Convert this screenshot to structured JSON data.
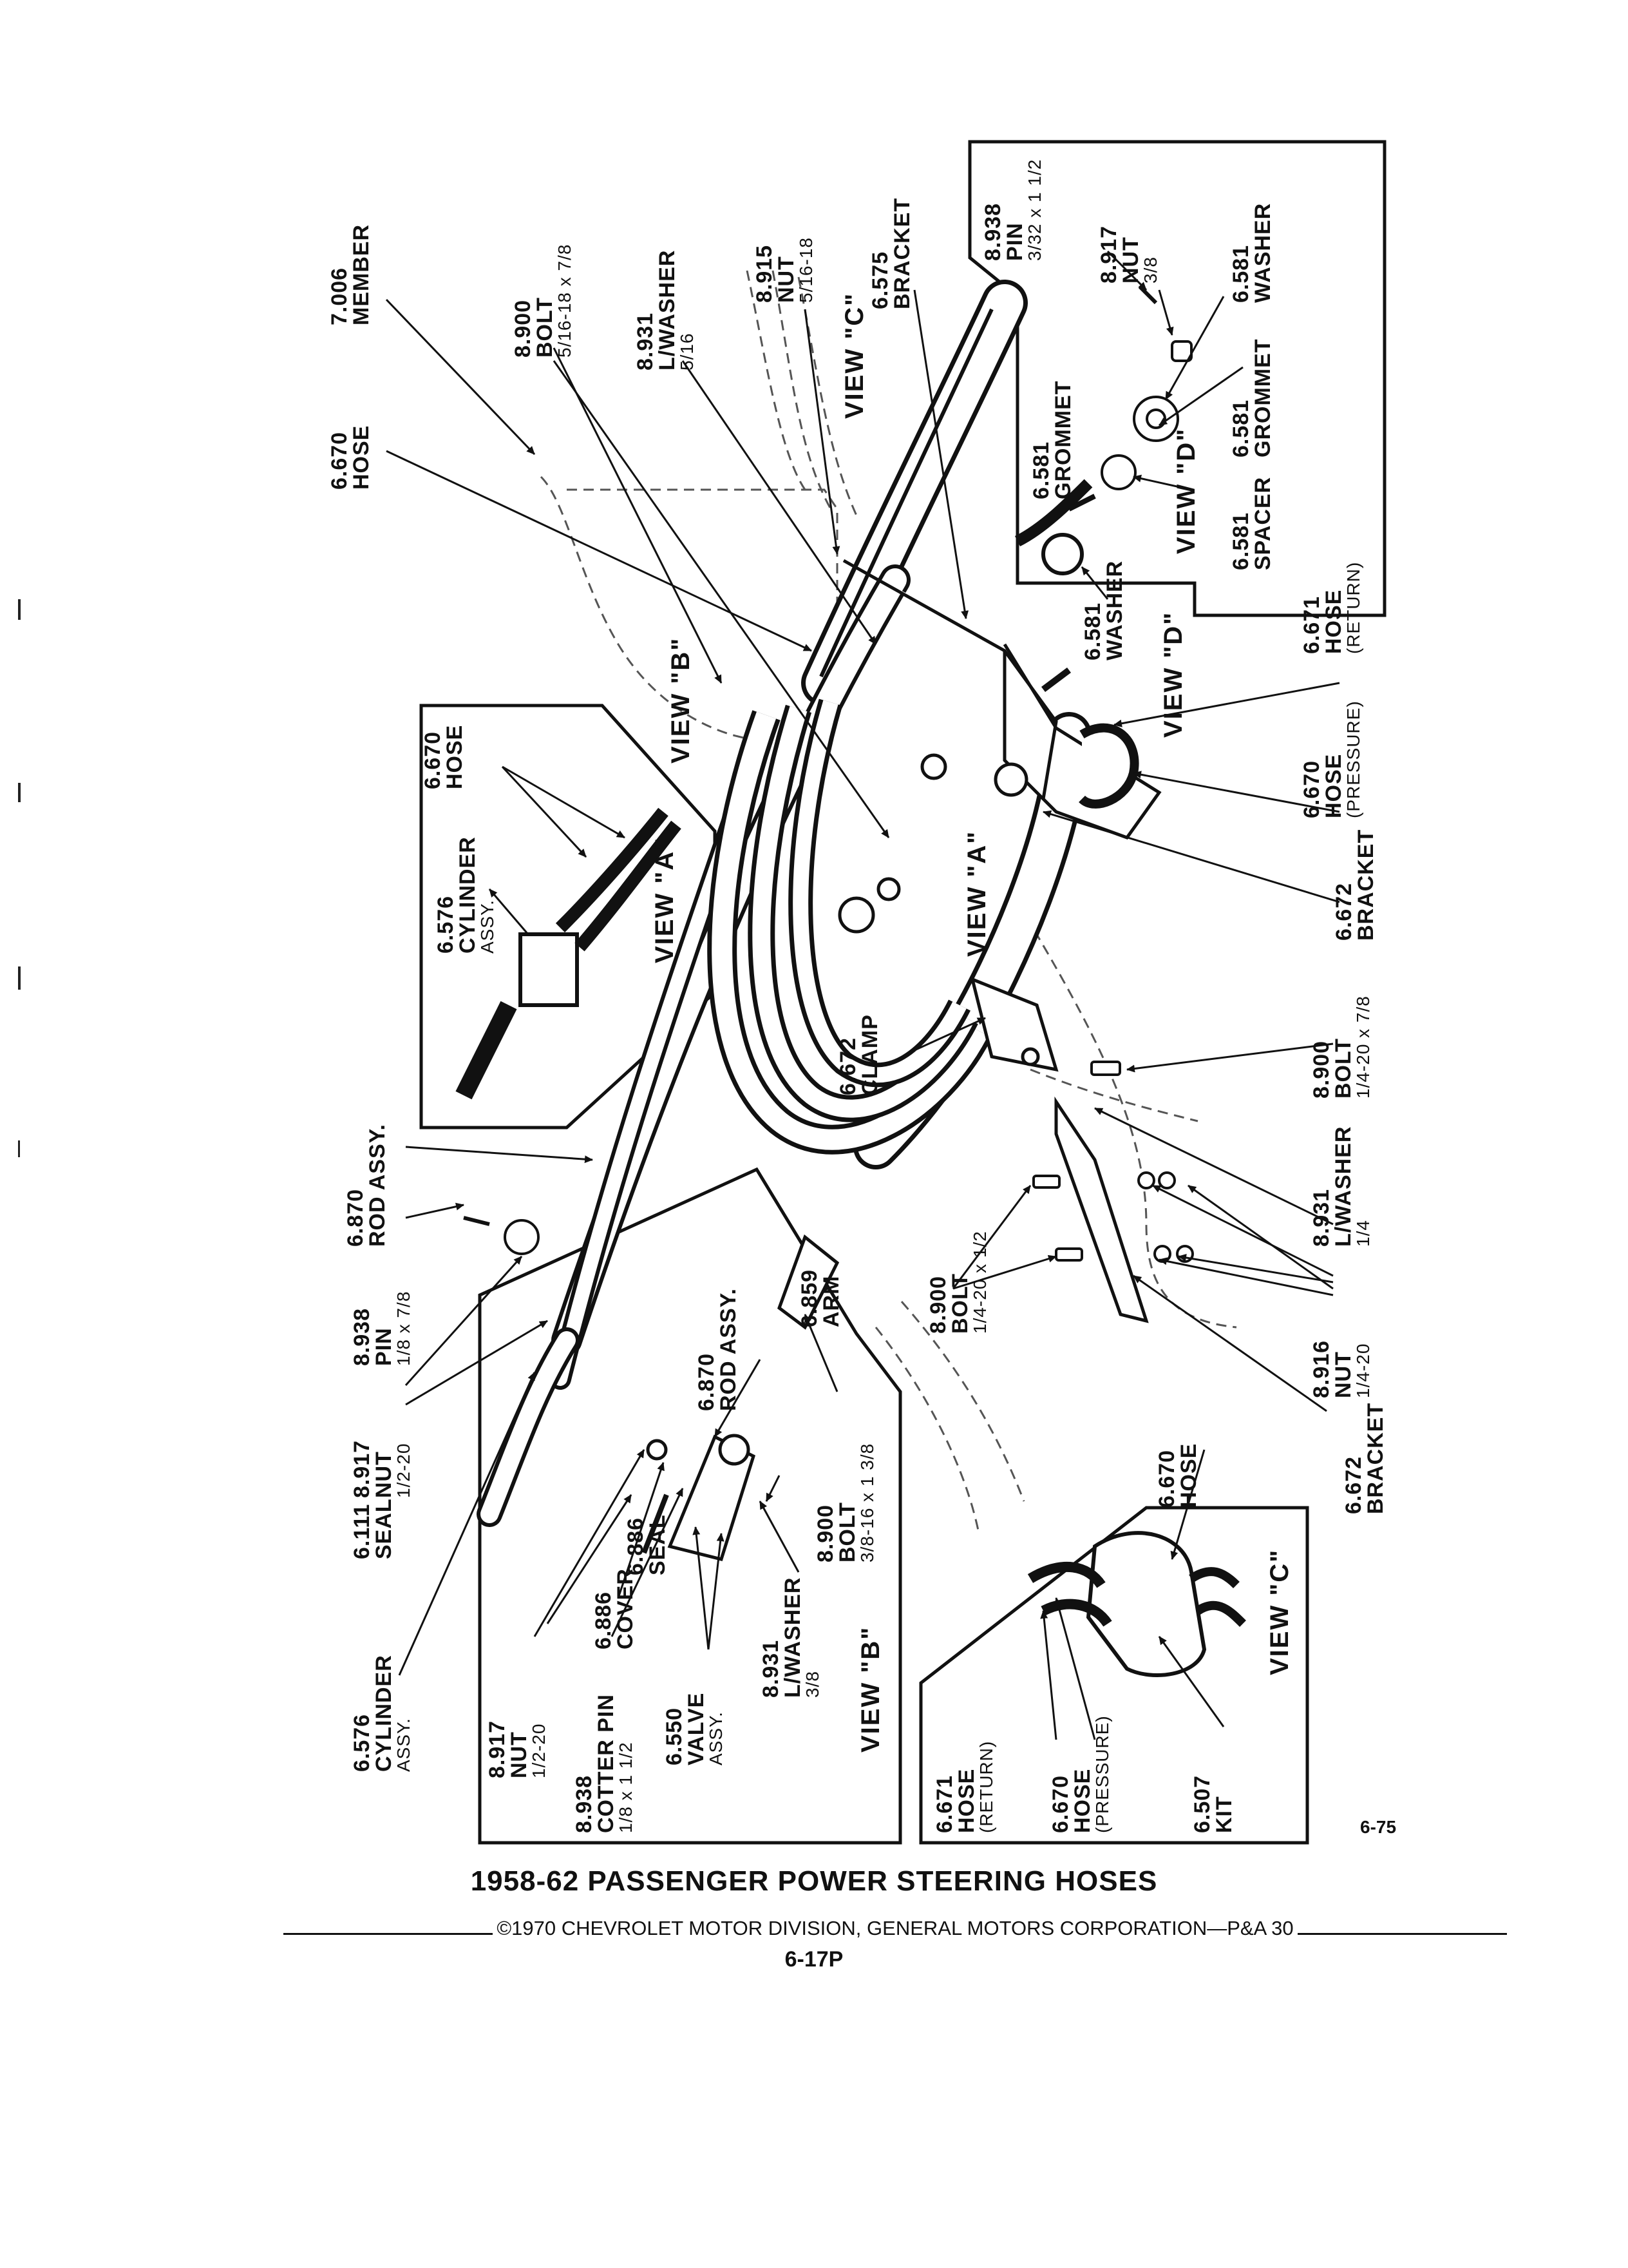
{
  "title": "1958-62 PASSENGER POWER STEERING HOSES",
  "copyright": "©1970 CHEVROLET MOTOR DIVISION, GENERAL MOTORS CORPORATION—P&A 30",
  "page_number": "6-17P",
  "figure_code": "6-75",
  "views": {
    "a": "VIEW \"A\"",
    "b": "VIEW \"B\"",
    "c": "VIEW \"C\"",
    "d": "VIEW \"D\""
  },
  "callouts": {
    "c1": {
      "number": "7.006",
      "name": "MEMBER",
      "size": ""
    },
    "c2": {
      "number": "6.670",
      "name": "HOSE",
      "size": ""
    },
    "c3": {
      "number": "8.900",
      "name": "BOLT",
      "size": "5/16-18 x 7/8"
    },
    "c4": {
      "number": "8.931",
      "name": "L/WASHER",
      "size": "5/16"
    },
    "c5": {
      "number": "8.915",
      "name": "NUT",
      "size": "5/16-18"
    },
    "c6": {
      "number": "6.575",
      "name": "BRACKET",
      "size": ""
    },
    "c7": {
      "number": "8.938",
      "name": "PIN",
      "size": "3/32 x 1 1/2"
    },
    "c8": {
      "number": "8.917",
      "name": "NUT",
      "size": "3/8"
    },
    "c9": {
      "number": "6.581",
      "name": "WASHER",
      "size": ""
    },
    "c10": {
      "number": "6.581",
      "name": "GROMMET",
      "size": ""
    },
    "c11": {
      "number": "6.581",
      "name": "GROMMET",
      "size": ""
    },
    "c12": {
      "number": "6.581",
      "name": "SPACER",
      "size": ""
    },
    "c13": {
      "number": "6.581",
      "name": "WASHER",
      "size": ""
    },
    "c14": {
      "number": "6.671",
      "name": "HOSE",
      "size": "(RETURN)"
    },
    "c15": {
      "number": "6.670",
      "name": "HOSE",
      "size": "(PRESSURE)"
    },
    "c16": {
      "number": "6.672",
      "name": "BRACKET",
      "size": ""
    },
    "c17": {
      "number": "6.672",
      "name": "CLAMP",
      "size": ""
    },
    "c18": {
      "number": "8.900",
      "name": "BOLT",
      "size": "1/4-20 x 7/8"
    },
    "c19": {
      "number": "8.931",
      "name": "L/WASHER",
      "size": "1/4"
    },
    "c20": {
      "number": "8.900",
      "name": "BOLT",
      "size": "1/4-20 x 1/2"
    },
    "c21": {
      "number": "8.916",
      "name": "NUT",
      "size": "1/4-20"
    },
    "c22": {
      "number": "6.672",
      "name": "BRACKET",
      "size": ""
    },
    "c23": {
      "number": "6.670",
      "name": "HOSE",
      "size": ""
    },
    "c24": {
      "number": "6.576",
      "name": "CYLINDER",
      "size": "ASSY."
    },
    "c25": {
      "number": "6.870",
      "name": "ROD ASSY.",
      "size": ""
    },
    "c26": {
      "number": "8.938",
      "name": "PIN",
      "size": "1/8 x 7/8"
    },
    "c27": {
      "number": "8.917",
      "name": "NUT",
      "size": "1/2-20"
    },
    "c28": {
      "number": "6.111",
      "name": "SEAL",
      "size": ""
    },
    "c29": {
      "number": "6.576",
      "name": "CYLINDER",
      "size": "ASSY."
    },
    "c30": {
      "number": "6.870",
      "name": "ROD ASSY.",
      "size": ""
    },
    "c31": {
      "number": "6.859",
      "name": "ARM",
      "size": ""
    },
    "c32": {
      "number": "8.900",
      "name": "BOLT",
      "size": "3/8-16 x 1 3/8"
    },
    "c33": {
      "number": "6.886",
      "name": "SEAL",
      "size": ""
    },
    "c34": {
      "number": "6.886",
      "name": "COVER",
      "size": ""
    },
    "c35": {
      "number": "8.917",
      "name": "NUT",
      "size": "1/2-20"
    },
    "c36": {
      "number": "8.938",
      "name": "COTTER PIN",
      "size": "1/8 x 1 1/2"
    },
    "c37": {
      "number": "6.550",
      "name": "VALVE",
      "size": "ASSY."
    },
    "c38": {
      "number": "8.931",
      "name": "L/WASHER",
      "size": "3/8"
    },
    "c39": {
      "number": "6.670",
      "name": "HOSE",
      "size": ""
    },
    "c40": {
      "number": "6.671",
      "name": "HOSE",
      "size": "(RETURN)"
    },
    "c41": {
      "number": "6.670",
      "name": "HOSE",
      "size": "(PRESSURE)"
    },
    "c42": {
      "number": "6.507",
      "name": "KIT",
      "size": ""
    }
  }
}
